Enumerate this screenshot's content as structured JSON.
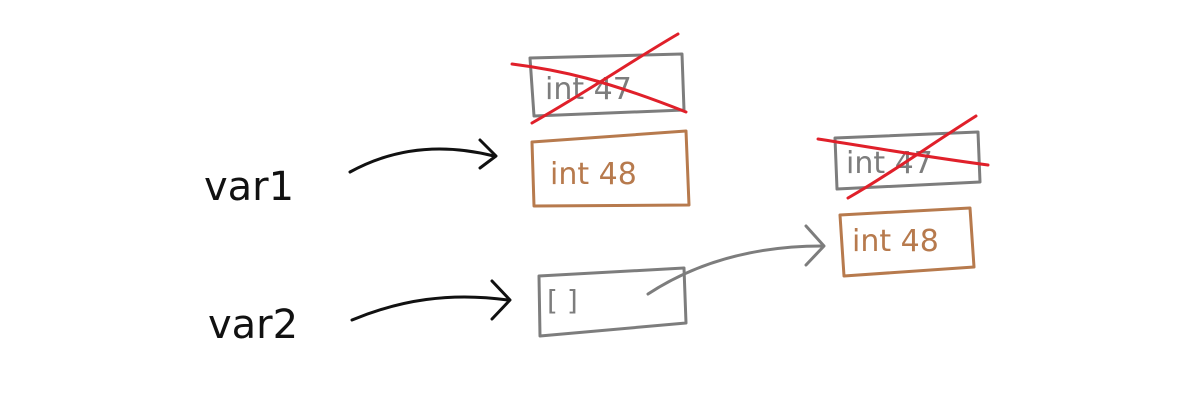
{
  "labels": {
    "var1": "var1",
    "var2": "var2"
  },
  "boxes": {
    "left_old": "int 47",
    "left_new": "int 48",
    "list_box": "[ ]",
    "right_old": "int 47",
    "right_new": "int 48"
  },
  "colors": {
    "background": "#ffffff",
    "ink": "#111111",
    "gray": "#7d7d7d",
    "brown": "#b77a4d",
    "red": "#e0202a"
  }
}
